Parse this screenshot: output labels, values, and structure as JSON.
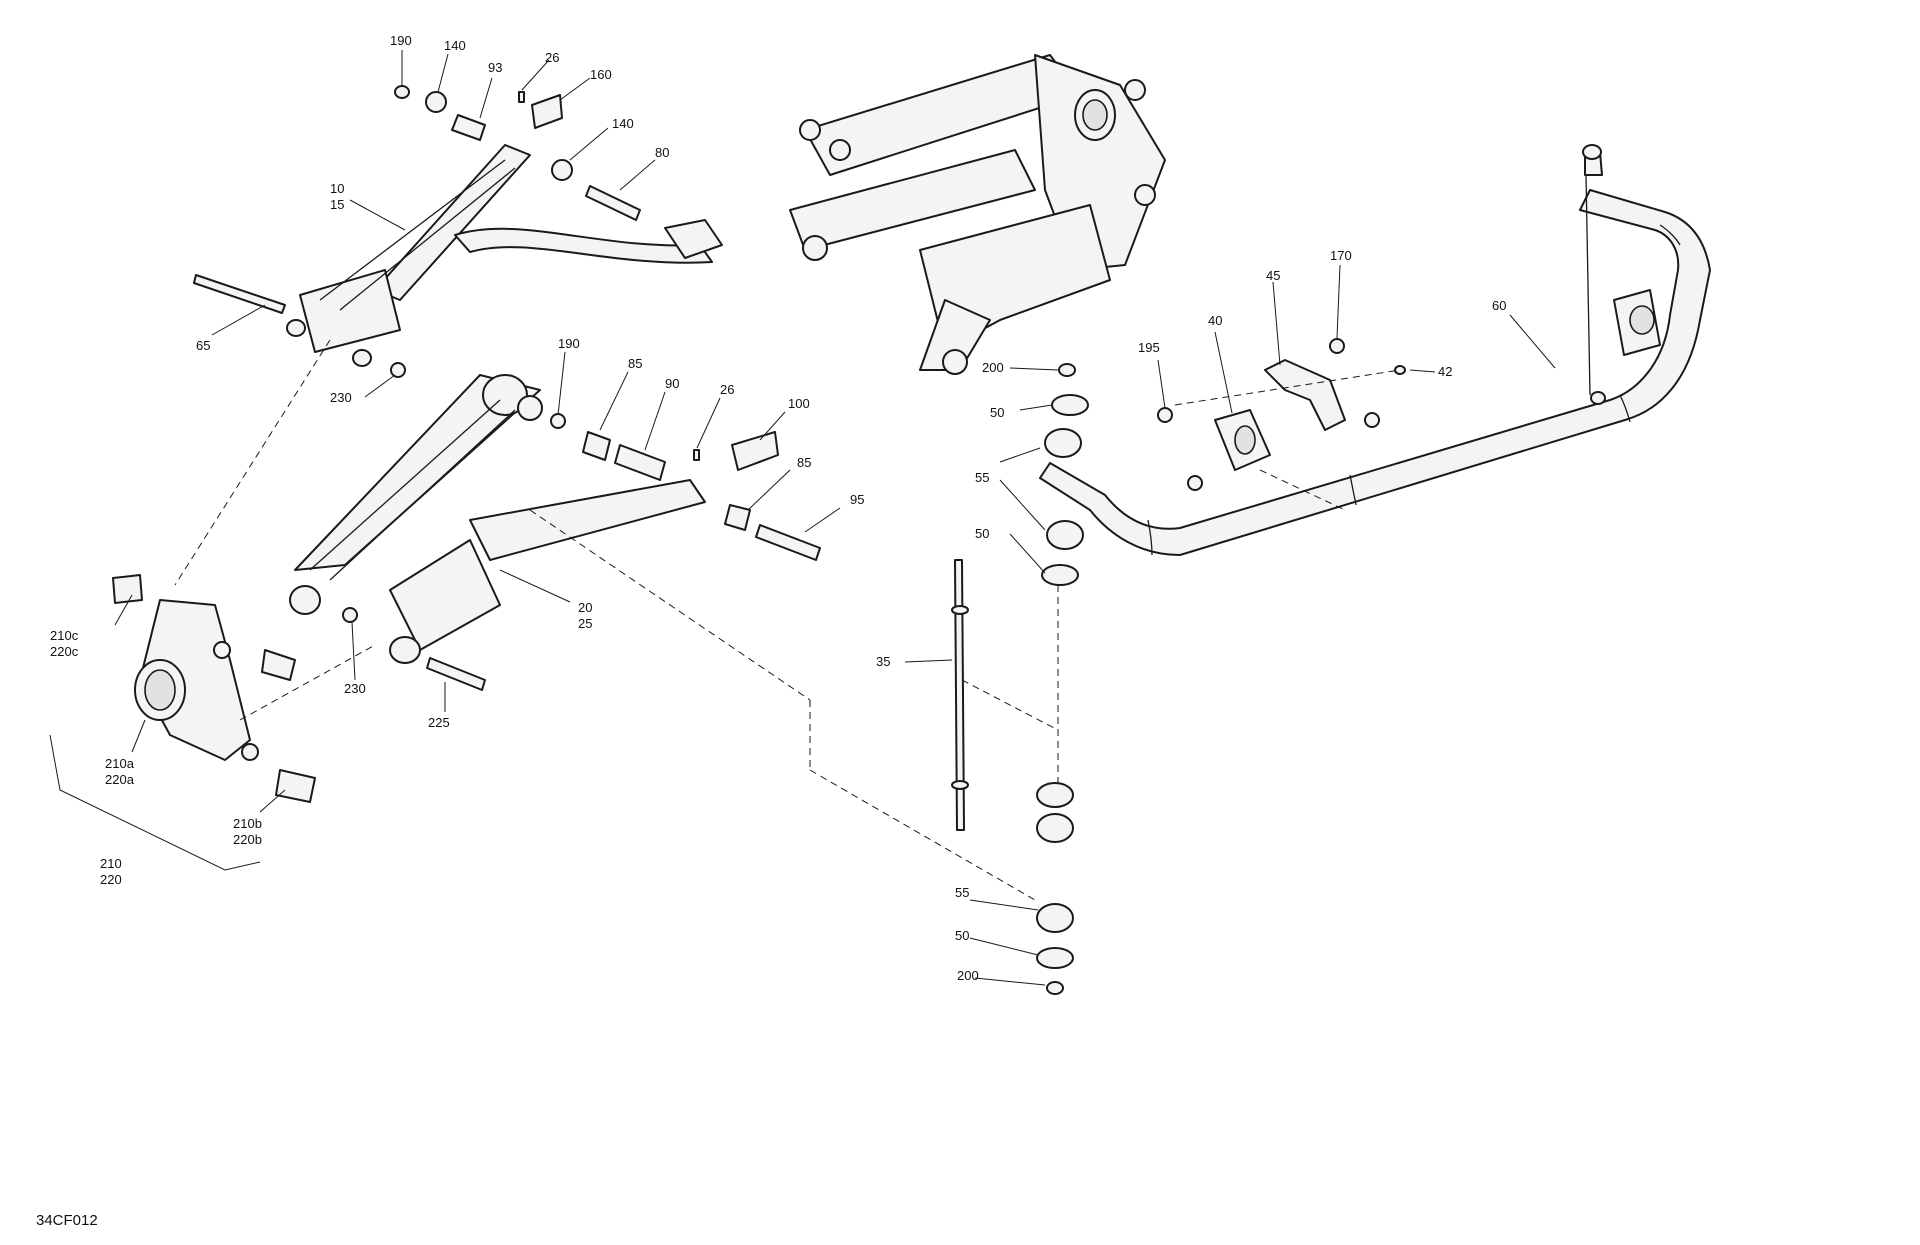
{
  "labels": {
    "l10": "10",
    "l15": "15",
    "l65": "65",
    "l230a": "230",
    "l190a": "190",
    "l140a": "140",
    "l93": "93",
    "l26a": "26",
    "l160": "160",
    "l140b": "140",
    "l80": "80",
    "l190b": "190",
    "l85a": "85",
    "l90": "90",
    "l26b": "26",
    "l100": "100",
    "l85b": "85",
    "l95": "95",
    "l20": "20",
    "l25": "25",
    "l230b": "230",
    "l225": "225",
    "l210c": "210c",
    "l220c": "220c",
    "l210a": "210a",
    "l220a": "220a",
    "l210b": "210b",
    "l220b": "220b",
    "l210": "210",
    "l220": "220",
    "l200a": "200",
    "l50a": "50",
    "l55a": "55",
    "l50b": "50",
    "l35": "35",
    "l55b": "55",
    "l50c": "50",
    "l200b": "200",
    "l195": "195",
    "l40": "40",
    "l45": "45",
    "l170": "170",
    "l42": "42",
    "l60": "60"
  },
  "reference_code": "34CF012",
  "colors": {
    "line": "#1a1a1a",
    "fill": "#f4f4f4",
    "shade": "#e2e2e2",
    "background": "#ffffff"
  }
}
